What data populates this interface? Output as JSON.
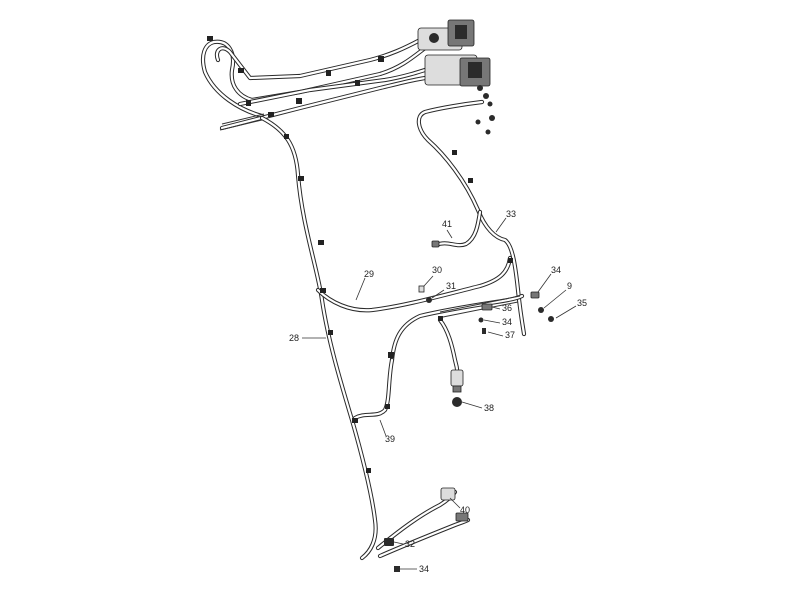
{
  "callouts": [
    {
      "id": "c41",
      "label": "41"
    },
    {
      "id": "c33",
      "label": "33"
    },
    {
      "id": "c29",
      "label": "29"
    },
    {
      "id": "c30",
      "label": "30"
    },
    {
      "id": "c31",
      "label": "31"
    },
    {
      "id": "c34a",
      "label": "34"
    },
    {
      "id": "c9",
      "label": "9"
    },
    {
      "id": "c35",
      "label": "35"
    },
    {
      "id": "c36",
      "label": "36"
    },
    {
      "id": "c34b",
      "label": "34"
    },
    {
      "id": "c37",
      "label": "37"
    },
    {
      "id": "c28",
      "label": "28"
    },
    {
      "id": "c38",
      "label": "38"
    },
    {
      "id": "c39",
      "label": "39"
    },
    {
      "id": "c40",
      "label": "40"
    },
    {
      "id": "c32",
      "label": "32"
    },
    {
      "id": "c34c",
      "label": "34"
    }
  ]
}
